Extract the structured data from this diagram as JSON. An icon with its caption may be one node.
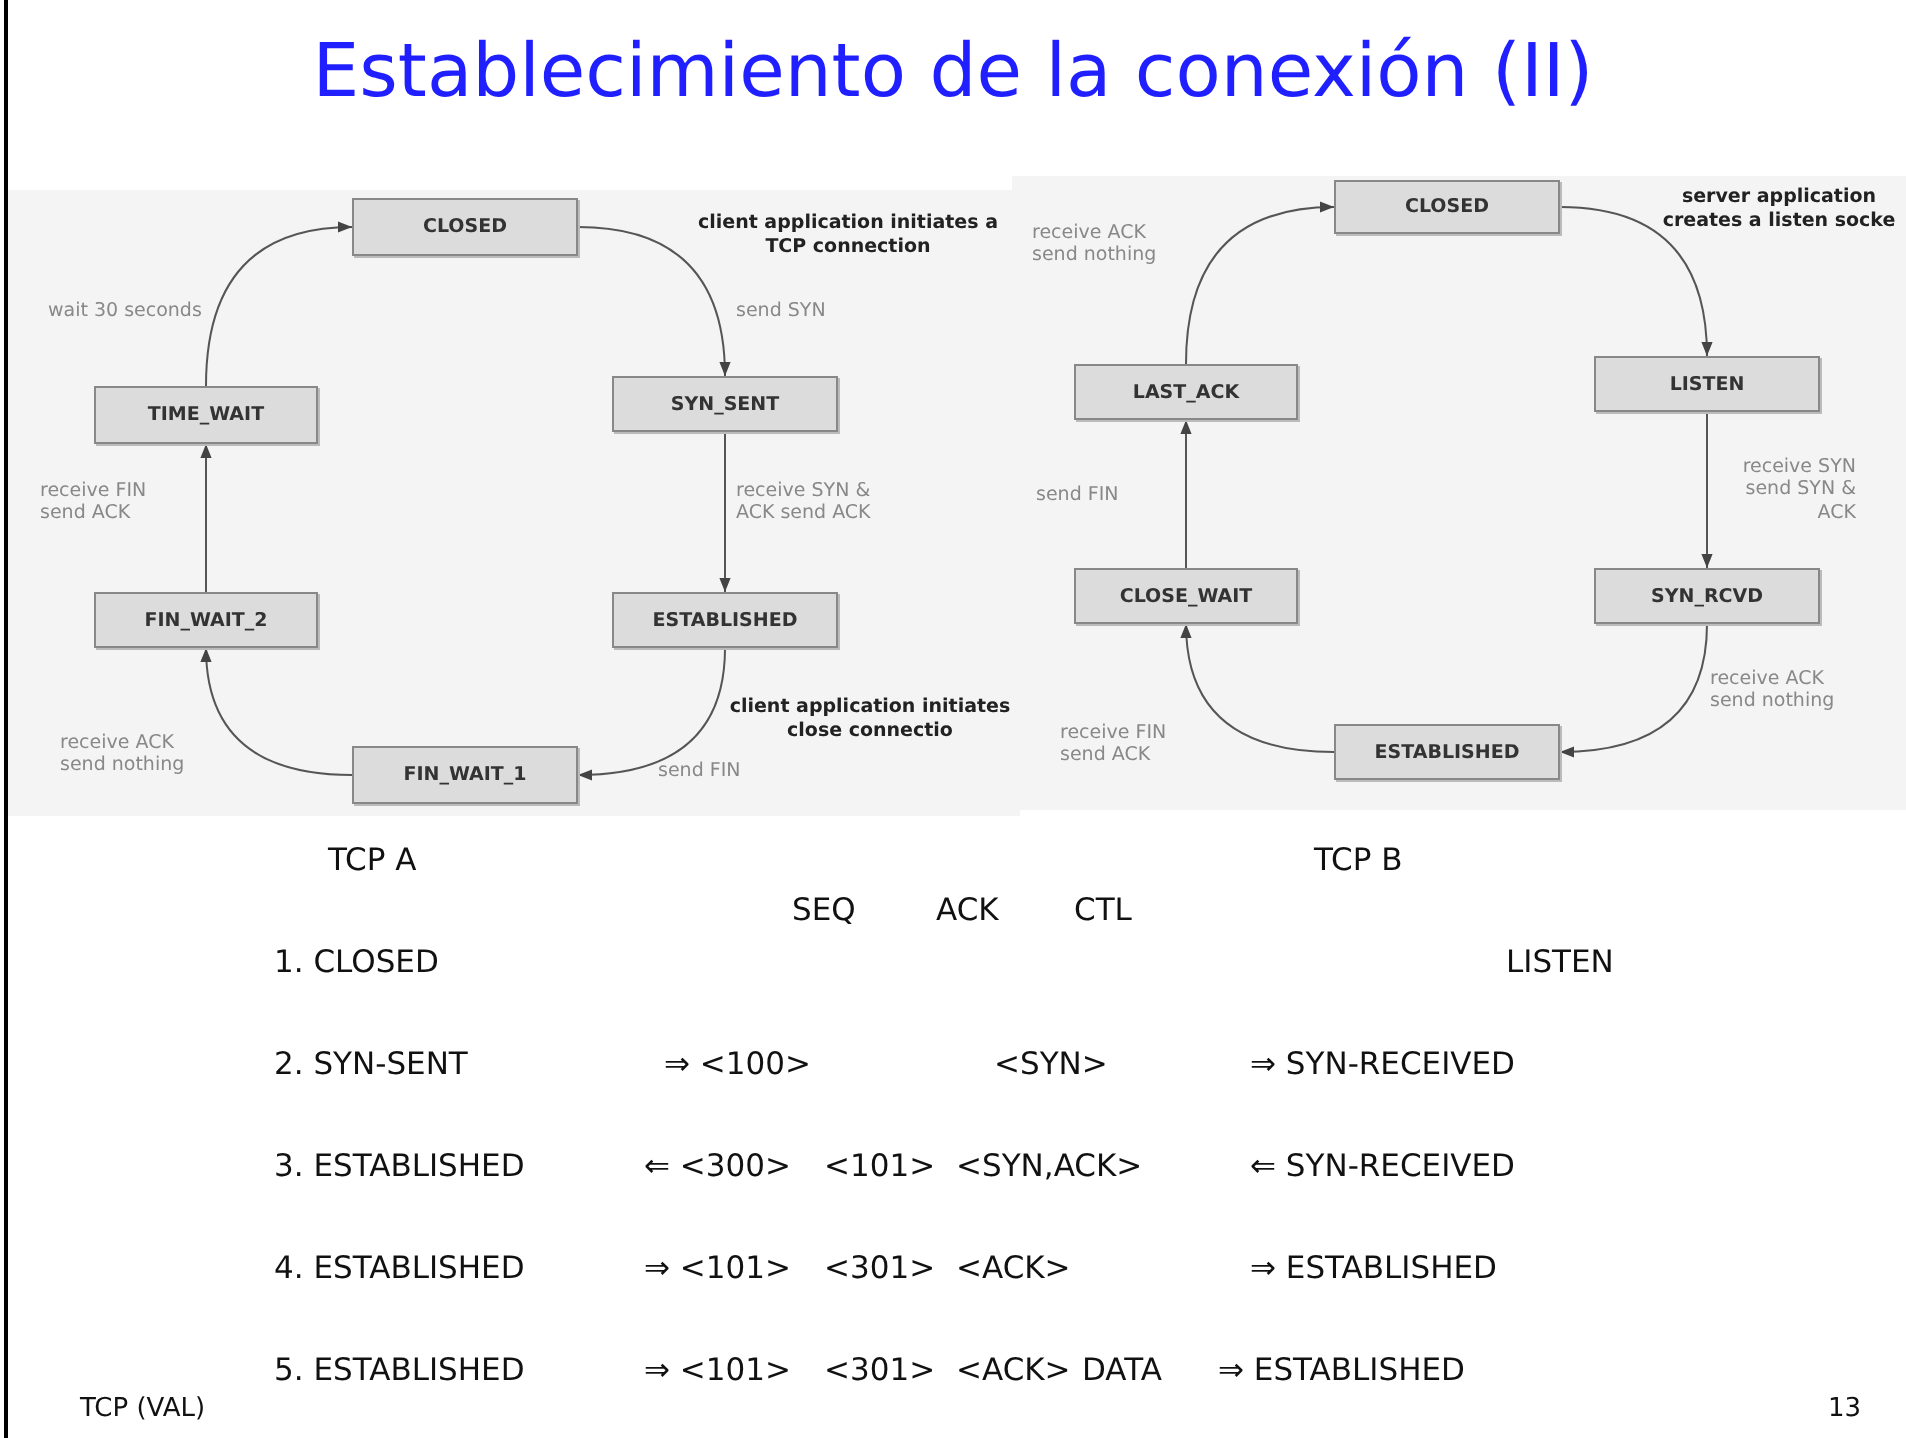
{
  "diagram": {
    "title": "Establecimiento de la conexión (II)",
    "nodes": [
      {
        "text": [
          "CLOSED"
        ]
      },
      {
        "text": [
          "TIME_WAIT"
        ]
      },
      {
        "text": [
          "SYN_SENT"
        ]
      },
      {
        "text": [
          "FIN_WAIT_2"
        ]
      },
      {
        "text": [
          "ESTABLISHED"
        ]
      },
      {
        "text": [
          "FIN_WAIT_1"
        ]
      },
      {
        "text": [
          "CLOSED"
        ]
      },
      {
        "text": [
          "LAST_ACK"
        ]
      },
      {
        "text": [
          "LISTEN"
        ]
      },
      {
        "text": [
          "CLOSE_WAIT"
        ]
      },
      {
        "text": [
          "SYN_RCVD"
        ]
      },
      {
        "text": [
          "ESTABLISHED"
        ]
      }
    ],
    "edges": [
      {
        "from": 0,
        "to": 2,
        "arrow": "to",
        "label": "send SYN"
      },
      {
        "from": 2,
        "to": 4,
        "arrow": "to",
        "label": "receive SYN & ACK send ACK"
      },
      {
        "from": 4,
        "to": 5,
        "arrow": "to",
        "label": "send FIN"
      },
      {
        "from": 5,
        "to": 3,
        "arrow": "to",
        "label": "receive ACK send nothing"
      },
      {
        "from": 3,
        "to": 1,
        "arrow": "to",
        "label": "receive FIN send ACK"
      },
      {
        "from": 1,
        "to": 0,
        "arrow": "to",
        "label": "wait 30 seconds"
      },
      {
        "from": 6,
        "to": 8,
        "arrow": "to"
      },
      {
        "from": 8,
        "to": 10,
        "arrow": "to",
        "label": "receive SYN send SYN & ACK"
      },
      {
        "from": 10,
        "to": 11,
        "arrow": "to",
        "label": "receive ACK send nothing"
      },
      {
        "from": 11,
        "to": 9,
        "arrow": "to",
        "label": "receive FIN send ACK"
      },
      {
        "from": 9,
        "to": 7,
        "arrow": "to",
        "label": "send FIN"
      },
      {
        "from": 7,
        "to": 6,
        "arrow": "to",
        "label": "receive ACK send nothing"
      }
    ],
    "labels": [
      "client application initiates a TCP connection",
      "server application creates a listen socke",
      "client application initiates close connectio",
      "TCP A",
      "TCP B",
      "SEQ",
      "ACK",
      "CTL",
      "1. CLOSED",
      "LISTEN",
      "2. SYN-SENT",
      "⇒ <100>",
      "<SYN>",
      "⇒ SYN-RECEIVED",
      "3. ESTABLISHED",
      "⇐ <300>",
      "<101>",
      "<SYN,ACK>",
      "⇐ SYN-RECEIVED",
      "4. ESTABLISHED",
      "⇒ <101>",
      "<301>",
      "<ACK>",
      "⇒ ESTABLISHED",
      "5. ESTABLISHED",
      "⇒ <101>",
      "<301>",
      "<ACK>",
      "DATA",
      "⇒ ESTABLISHED",
      "TCP (VAL)",
      "13"
    ]
  }
}
